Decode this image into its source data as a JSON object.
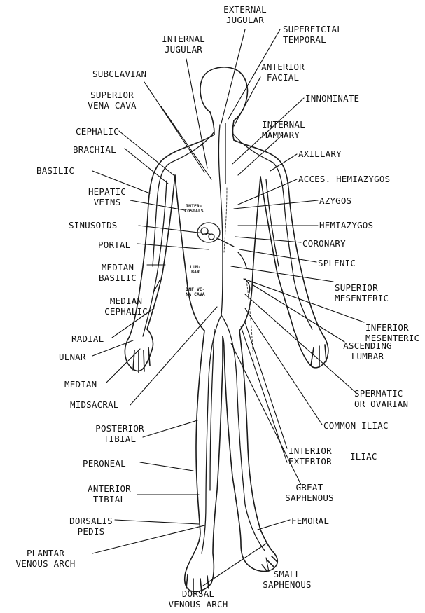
{
  "labels": {
    "external_jugular": "EXTERNAL\nJUGULAR",
    "internal_jugular": "INTERNAL\nJUGULAR",
    "superficial_temporal": "SUPERFICIAL\nTEMPORAL",
    "anterior_facial": "ANTERIOR\nFACIAL",
    "subclavian": "SUBCLAVIAN",
    "innominate": "INNOMINATE",
    "superior_vena_cava": "SUPERIOR\nVENA CAVA",
    "internal_mammary": "INTERNAL\nMAMMARY",
    "cephalic": "CEPHALIC",
    "axillary": "AXILLARY",
    "brachial": "BRACHIAL",
    "basilic": "BASILIC",
    "acces_hemiazygos": "ACCES. HEMIAZYGOS",
    "hepatic_veins": "HEPATIC\nVEINS",
    "azygos": "AZYGOS",
    "sinusoids": "SINUSOIDS",
    "hemiazygos": "HEMIAZYGOS",
    "coronary": "CORONARY",
    "portal": "PORTAL",
    "splenic": "SPLENIC",
    "median_basilic": "MEDIAN\nBASILIC",
    "superior_mesenteric": "SUPERIOR\nMESENTERIC",
    "median_cephalic": "MEDIAN\nCEPHALIC",
    "inferior_mesenteric": "INFERIOR\nMESENTERIC",
    "radial": "RADIAL",
    "ulnar": "ULNAR",
    "ascending_lumbar": "ASCENDING\nLUMBAR",
    "median": "MEDIAN",
    "spermatic_or_ovarian": "SPERMATIC\nOR OVARIAN",
    "midsacral": "MIDSACRAL",
    "common_iliac": "COMMON ILIAC",
    "posterior_tibial": "POSTERIOR\nTIBIAL",
    "interior_exterior": "INTERIOR\nEXTERIOR",
    "iliac": "ILIAC",
    "peroneal": "PERONEAL",
    "great_saphenous": "GREAT\nSAPHENOUS",
    "anterior_tibial": "ANTERIOR\nTIBIAL",
    "femoral": "FEMORAL",
    "dorsalis_pedis": "DORSALIS\nPEDIS",
    "plantar_venous_arch": "PLANTAR\nVENOUS ARCH",
    "small_saphenous": "SMALL\nSAPHENOUS",
    "dorsal_venous_arch": "DORSAL\nVENOUS ARCH"
  },
  "body_labels": {
    "intercostals": "INTER-\nCOSTALS",
    "lumbar": "LUM-\nBAR",
    "inf_vena_cava": "INF VE-\nNA CAVA"
  }
}
